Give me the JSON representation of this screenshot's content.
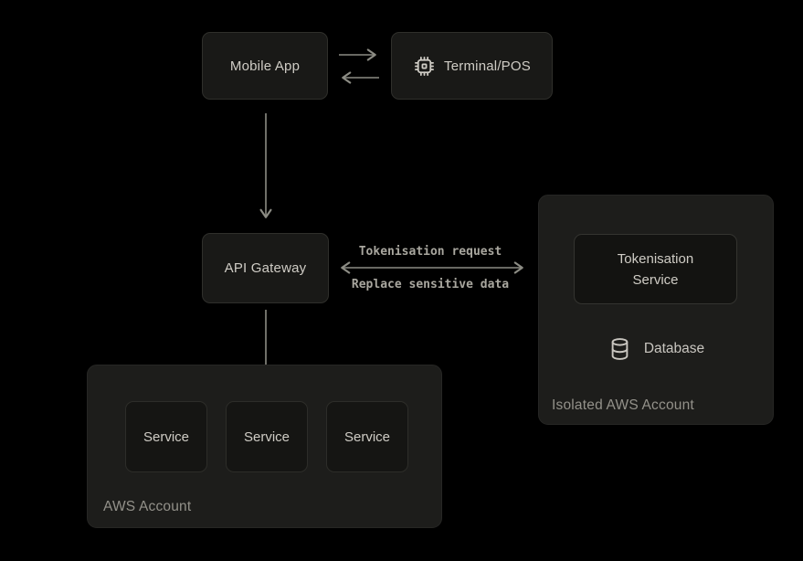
{
  "diagram": {
    "nodes": {
      "mobile_app": {
        "label": "Mobile App"
      },
      "terminal_pos": {
        "label": "Terminal/POS",
        "icon": "chip-icon"
      },
      "api_gateway": {
        "label": "API Gateway"
      },
      "tokenisation_service": {
        "label_line1": "Tokenisation",
        "label_line2": "Service"
      },
      "database": {
        "label": "Database",
        "icon": "database-icon"
      },
      "services": [
        {
          "label": "Service"
        },
        {
          "label": "Service"
        },
        {
          "label": "Service"
        }
      ]
    },
    "containers": {
      "isolated_aws_account": {
        "label": "Isolated AWS Account"
      },
      "aws_account": {
        "label": "AWS Account"
      }
    },
    "edges": {
      "mobile_to_terminal": {
        "type": "arrow-right"
      },
      "terminal_to_mobile": {
        "type": "arrow-left"
      },
      "mobile_to_api_gateway": {
        "type": "arrow-down"
      },
      "api_gateway_to_isolated": {
        "type": "arrow-bidirectional",
        "label_top": "Tokenisation request",
        "label_bottom": "Replace sensitive data"
      },
      "api_gateway_to_aws": {
        "type": "arrow-down"
      }
    },
    "colors": {
      "background": "#000000",
      "node_fill": "#191917",
      "node_border": "#2f2f2b",
      "container_fill": "#1d1d1b",
      "inner_node_fill": "#131311",
      "node_text": "#cfccc5",
      "container_label_text": "#93918a",
      "edge_label_text": "#a9a79f",
      "arrow": "#8c8c84"
    }
  }
}
